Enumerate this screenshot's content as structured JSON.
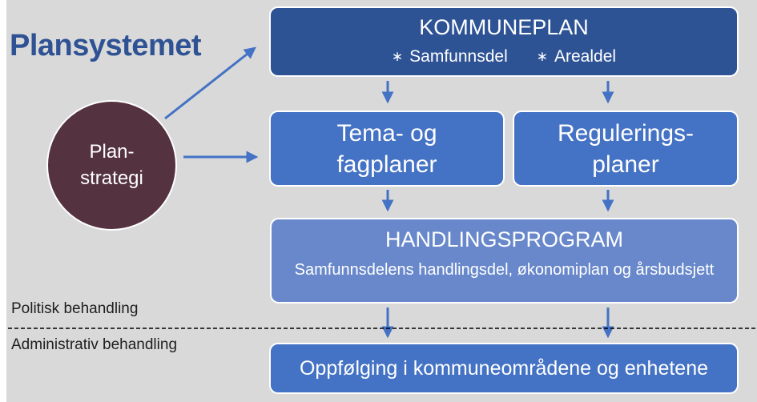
{
  "title": "Plansystemet",
  "circle": {
    "lines": [
      "Plan-",
      "strategi"
    ]
  },
  "kommuneplan": {
    "title": "KOMMUNEPLAN",
    "items": [
      {
        "bullet": "∗",
        "label": "Samfunnsdel"
      },
      {
        "bullet": "∗",
        "label": "Arealdel"
      }
    ]
  },
  "tema_fagplaner": {
    "lines": [
      "Tema- og",
      "fagplaner"
    ]
  },
  "reguleringsplaner": {
    "lines": [
      "Regulerings-",
      "planer"
    ]
  },
  "handlingsprogram": {
    "title": "HANDLINGSPROGRAM",
    "subtitle": "Samfunnsdelens handlingsdel, økonomiplan og årsbudsjett"
  },
  "oppfolging": {
    "label": "Oppfølging i kommuneområdene og enhetene"
  },
  "sections": {
    "politisk": "Politisk behandling",
    "administrativ": "Administrativ behandling"
  },
  "colors": {
    "background": "#d9d9d9",
    "dark_blue_box": "#2e5395",
    "medium_blue_box": "#4472c4",
    "light_blue_box": "#6888cb",
    "circle_maroon": "#553240",
    "arrow_blue": "#4472c4",
    "title_blue": "#2e5294",
    "divider_black": "#000000",
    "box_text_white": "#ffffff"
  }
}
